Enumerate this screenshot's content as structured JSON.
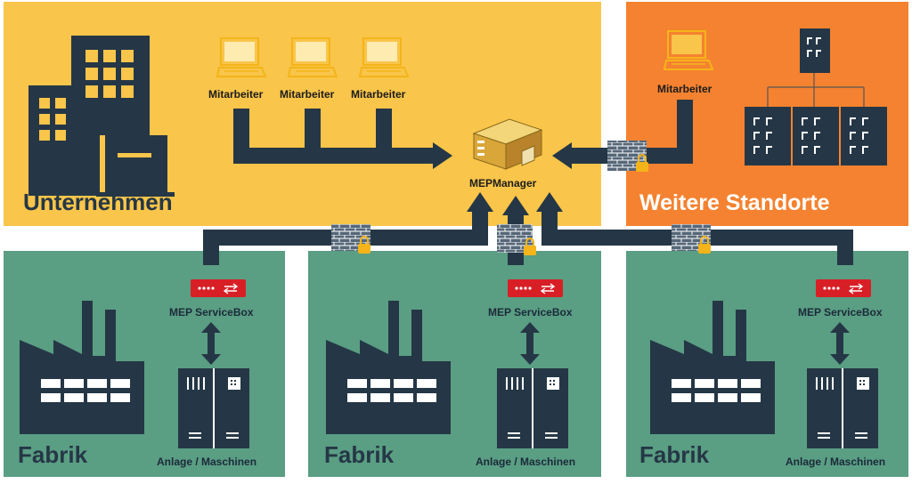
{
  "colors": {
    "company": "#F9C54A",
    "sites": "#F58230",
    "factory": "#5A9E83",
    "navy": "#253746",
    "router": "#D81F26",
    "monitor": "#F4B41A",
    "brick": "#556677",
    "lock": "#F4B41A"
  },
  "company": {
    "label": "Unternehmen",
    "employees": [
      "Mitarbeiter",
      "Mitarbeiter",
      "Mitarbeiter"
    ]
  },
  "server": {
    "label": "MEPManager"
  },
  "sites": {
    "label": "Weitere Standorte",
    "employee": "Mitarbeiter"
  },
  "factories": [
    {
      "label": "Fabrik",
      "box": "MEP ServiceBox",
      "machines": "Anlage / Maschinen"
    },
    {
      "label": "Fabrik",
      "box": "MEP ServiceBox",
      "machines": "Anlage / Maschinen"
    },
    {
      "label": "Fabrik",
      "box": "MEP ServiceBox",
      "machines": "Anlage / Maschinen"
    }
  ]
}
